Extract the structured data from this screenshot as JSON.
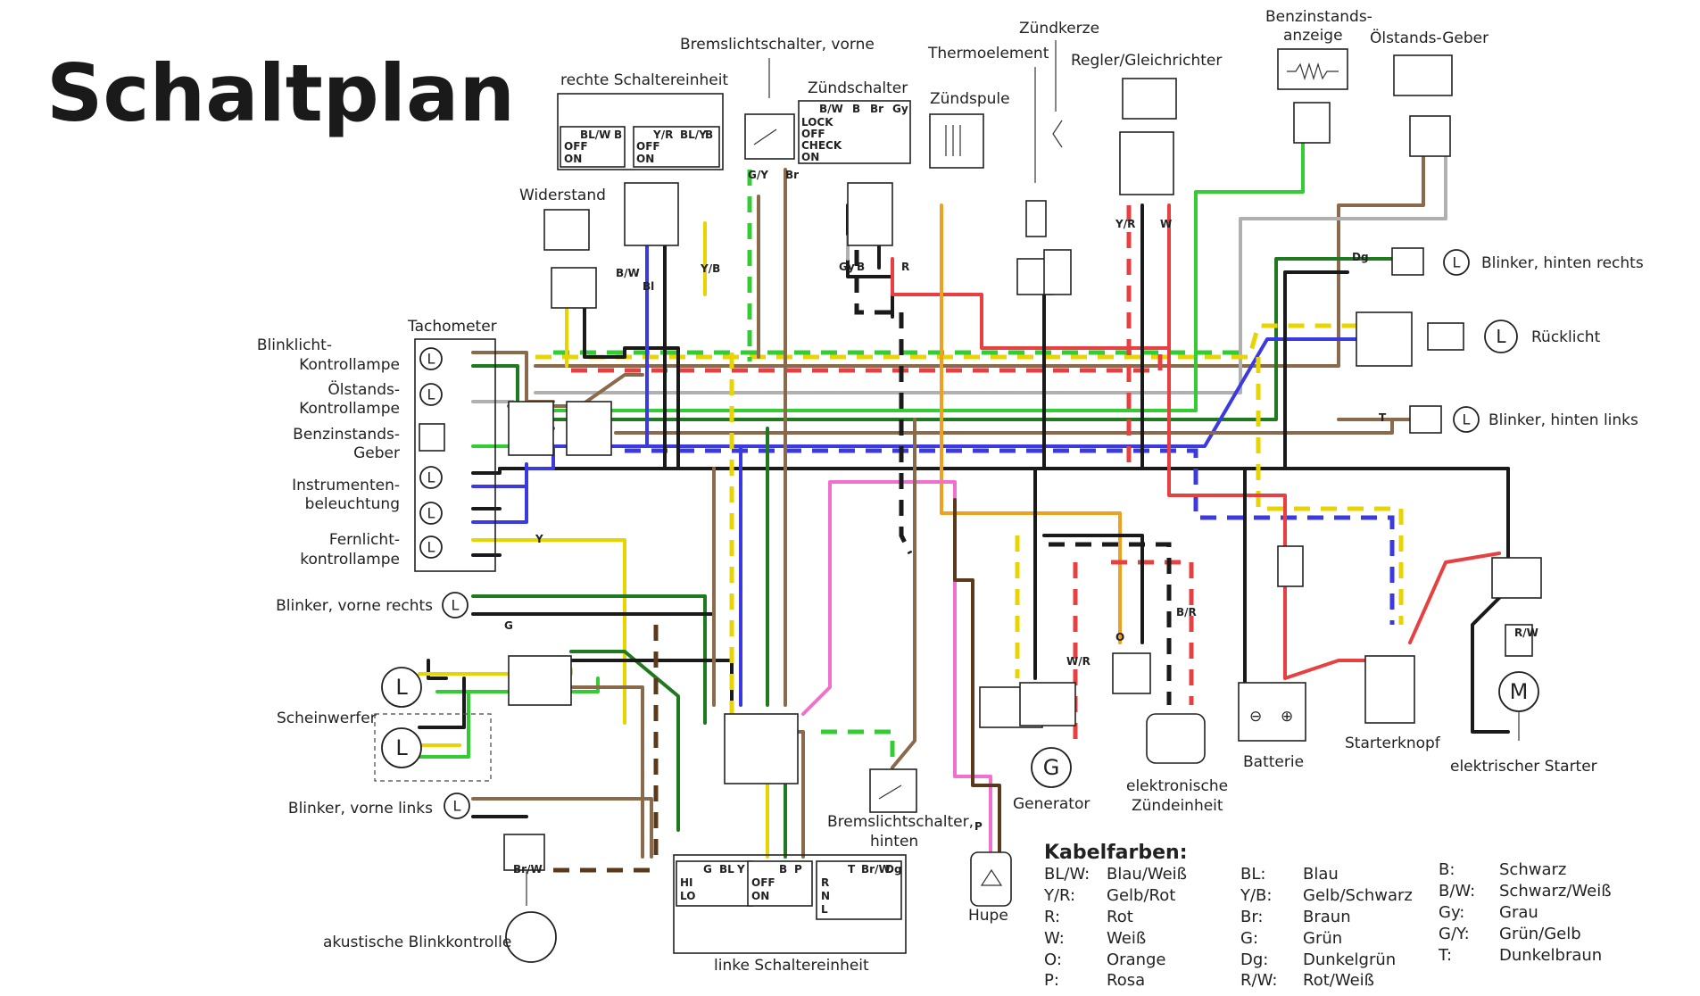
{
  "title": "Schaltplan",
  "components": {
    "rechte_schaltereinheit": "rechte Schaltereinheit",
    "bremslichtschalter_vorne": "Bremslichtschalter, vorne",
    "zuendschalter": "Zündschalter",
    "thermoelement": "Thermoelement",
    "zuendkerze": "Zündkerze",
    "regler": "Regler/Gleichrichter",
    "benzinstandsanzeige": "Benzinstands-\nanzeige",
    "benzinstandsanzeige_l1": "Benzinstands-",
    "benzinstandsanzeige_l2": "anzeige",
    "oelstands_geber": "Ölstands-Geber",
    "zuendspule": "Zündspule",
    "widerstand": "Widerstand",
    "tachometer": "Tachometer",
    "blinklicht_kontrolllampe_l1": "Blinklicht-",
    "blinklicht_kontrolllampe_l2": "Kontrollampe",
    "oelstands_kontrolllampe_l1": "Ölstands-",
    "oelstands_kontrolllampe_l2": "Kontrollampe",
    "benzinstands_geber_l1": "Benzinstands-",
    "benzinstands_geber_l2": "Geber",
    "instrumentenbeleuchtung_l1": "Instrumenten-",
    "instrumentenbeleuchtung_l2": "beleuchtung",
    "fernlicht_kontrolllampe_l1": "Fernlicht-",
    "fernlicht_kontrolllampe_l2": "kontrollampe",
    "blinker_vorne_rechts": "Blinker, vorne rechts",
    "scheinwerfer": "Scheinwerfer",
    "blinker_vorne_links": "Blinker, vorne links",
    "akustische_blinkkontrolle": "akustische Blinkkontrolle",
    "linke_schaltereinheit": "linke Schaltereinheit",
    "bremslichtschalter_hinten_l1": "Bremslichtschalter,",
    "bremslichtschalter_hinten_l2": "hinten",
    "hupe": "Hupe",
    "generator": "Generator",
    "elektronische_zuendeinheit_l1": "elektronische",
    "elektronische_zuendeinheit_l2": "Zündeinheit",
    "batterie": "Batterie",
    "starterknopf": "Starterknopf",
    "elektrischer_starter": "elektrischer Starter",
    "blinker_hinten_rechts": "Blinker, hinten rechts",
    "ruecklicht": "Rücklicht",
    "blinker_hinten_links": "Blinker, hinten links"
  },
  "lamp_symbol": "L",
  "generator_symbol": "G",
  "motor_symbol": "M",
  "switch_rows": {
    "rechts_a": [
      "BL/W",
      "B"
    ],
    "rechts_off": "OFF",
    "rechts_on": "ON",
    "rechts_b": [
      "Y/R",
      "BL/Y",
      "B"
    ],
    "zuend_head": [
      "B/W",
      "B",
      "Br",
      "Gy"
    ],
    "zuend_lock": "LOCK",
    "zuend_off": "OFF",
    "zuend_check": "CHECK",
    "zuend_on": "ON",
    "links_hi": "HI",
    "links_lo": "LO",
    "links_a": [
      "G",
      "BL",
      "Y"
    ],
    "links_b": [
      "B",
      "P"
    ],
    "links_b_off": "OFF",
    "links_b_on": "ON",
    "links_c": [
      "T",
      "Br/W",
      "Dg"
    ],
    "links_c_rows": [
      "R",
      "N",
      "L"
    ]
  },
  "wire_labels": [
    "B/W",
    "Bl",
    "Y/B",
    "G/Y",
    "Br",
    "Gy",
    "B",
    "R",
    "Y/R",
    "W",
    "Dg",
    "T",
    "G",
    "Y",
    "O",
    "P",
    "R/W",
    "Br/W",
    "B/R",
    "W/R"
  ],
  "legend": {
    "heading": "Kabelfarben:",
    "col1": [
      {
        "code": "BL/W:",
        "name": "Blau/Weiß"
      },
      {
        "code": "Y/R:",
        "name": "Gelb/Rot"
      },
      {
        "code": "R:",
        "name": "Rot"
      },
      {
        "code": "W:",
        "name": "Weiß"
      },
      {
        "code": "O:",
        "name": "Orange"
      },
      {
        "code": "P:",
        "name": "Rosa"
      }
    ],
    "col2": [
      {
        "code": "BL:",
        "name": "Blau"
      },
      {
        "code": "Y/B:",
        "name": "Gelb/Schwarz"
      },
      {
        "code": "Br:",
        "name": "Braun"
      },
      {
        "code": "G:",
        "name": "Grün"
      },
      {
        "code": "Dg:",
        "name": "Dunkelgrün"
      },
      {
        "code": "R/W:",
        "name": "Rot/Weiß"
      }
    ],
    "col3": [
      {
        "code": "B:",
        "name": "Schwarz"
      },
      {
        "code": "B/W:",
        "name": "Schwarz/Weiß"
      },
      {
        "code": "Gy:",
        "name": "Grau"
      },
      {
        "code": "G/Y:",
        "name": "Grün/Gelb"
      },
      {
        "code": "T:",
        "name": "Dunkelbraun"
      }
    ]
  },
  "colors": {
    "black": "#1a1a1a",
    "blue": "#3a3ae0",
    "yellow": "#e8d400",
    "green": "#33cc33",
    "darkgreen": "#1f7a1f",
    "brown": "#8a6a4a",
    "darkbrown": "#5a3a1a",
    "red": "#e84040",
    "orange": "#f0a020",
    "pink": "#f070d0",
    "grey": "#b0b0b0",
    "white_stripe": "#ffffff"
  }
}
